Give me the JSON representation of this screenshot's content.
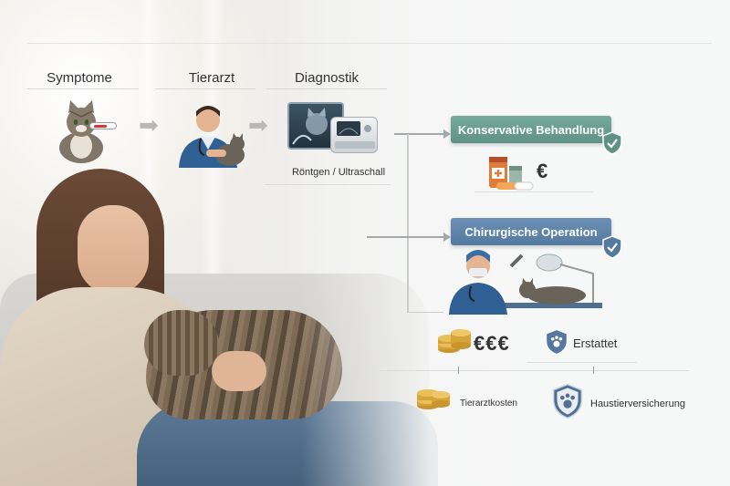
{
  "steps": {
    "symptoms": "Symptome",
    "vet": "Tierarzt",
    "diagnostics": "Diagnostik"
  },
  "diagnostics_caption": "Röntgen / Ultraschall",
  "treatments": {
    "conservative": "Konservative Behandlung",
    "surgery": "Chirurgische Operation"
  },
  "costs": {
    "low": "€",
    "high": "€€€",
    "reimbursed": "Erstattet",
    "vet_costs": "Tierarztkosten",
    "insurance": "Haustierversicherung"
  },
  "colors": {
    "conservative_banner": "#6a9e90",
    "surgery_banner": "#5f84aa",
    "shield": "#5577a0",
    "coin": "#d7a43a"
  },
  "icons": [
    "cat-icon",
    "thermometer-icon",
    "vet-icon",
    "xray-icon",
    "ultrasound-icon",
    "shield-check-icon",
    "medicine-icon",
    "surgeon-icon",
    "coins-icon",
    "paw-shield-icon"
  ]
}
